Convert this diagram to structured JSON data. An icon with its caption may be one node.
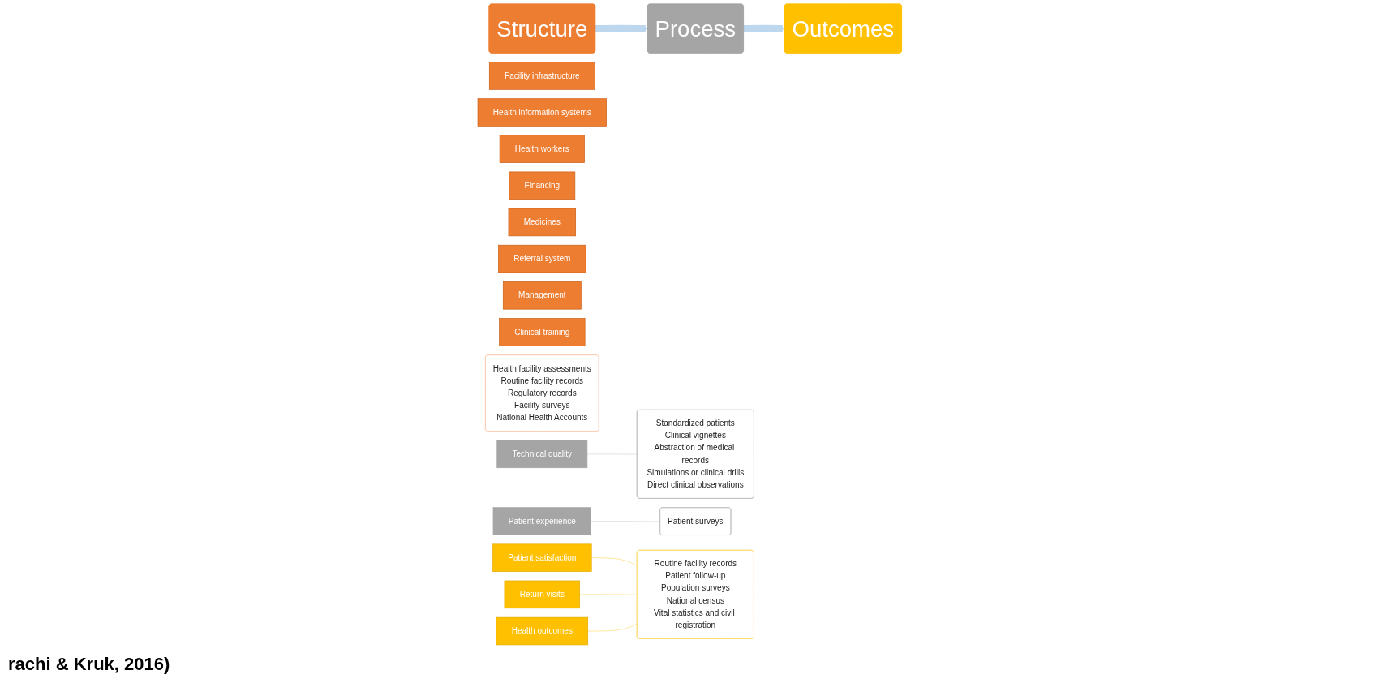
{
  "diagram": {
    "nodes": [
      {
        "text": [
          "Structure"
        ]
      },
      {
        "text": [
          "Facility infrastructure"
        ]
      },
      {
        "text": [
          "Health information systems"
        ]
      },
      {
        "text": [
          "Health workers"
        ]
      },
      {
        "text": [
          "Financing"
        ]
      },
      {
        "text": [
          "Medicines"
        ]
      },
      {
        "text": [
          "Referral system"
        ]
      },
      {
        "text": [
          "Management"
        ]
      },
      {
        "text": [
          "Clinical training"
        ]
      },
      {
        "text": [
          "Health facility assessments",
          "Routine facility records",
          "Regulatory records",
          "Facility surveys",
          "National Health Accounts"
        ]
      },
      {
        "text": [
          "Process"
        ]
      },
      {
        "text": [
          "Technical quality"
        ]
      },
      {
        "text": [
          "Patient experience"
        ]
      },
      {
        "text": [
          "Standardized patients",
          "Clinical vignettes",
          "Abstraction of medical records",
          "Simulations or clinical drills",
          "Direct clinical observations"
        ]
      },
      {
        "text": [
          "Patient surveys"
        ]
      },
      {
        "text": [
          "Outcomes"
        ]
      },
      {
        "text": [
          "Patient satisfaction"
        ]
      },
      {
        "text": [
          "Return visits"
        ]
      },
      {
        "text": [
          "Health outcomes"
        ]
      },
      {
        "text": [
          "Routine facility records",
          "Patient follow-up",
          "Population surveys",
          "National census",
          "Vital statistics and civil registration"
        ]
      }
    ],
    "edges": [
      {
        "from": 0,
        "to": 10,
        "arrow": "to",
        "style": "thick",
        "color": "#bdd7ee"
      },
      {
        "from": 10,
        "to": 15,
        "arrow": "to",
        "style": "thick",
        "color": "#bdd7ee"
      },
      {
        "from": 11,
        "to": 13,
        "arrow": "none",
        "color": "#d0d0d0"
      },
      {
        "from": 12,
        "to": 14,
        "arrow": "none",
        "color": "#d0d0d0"
      },
      {
        "from": 16,
        "to": 19,
        "arrow": "none",
        "color": "#ffd966"
      },
      {
        "from": 17,
        "to": 19,
        "arrow": "none",
        "color": "#ffd966"
      },
      {
        "from": 18,
        "to": 19,
        "arrow": "none",
        "color": "#ffd966"
      }
    ],
    "labels": [
      "rachi & Kruk, 2016)"
    ]
  }
}
